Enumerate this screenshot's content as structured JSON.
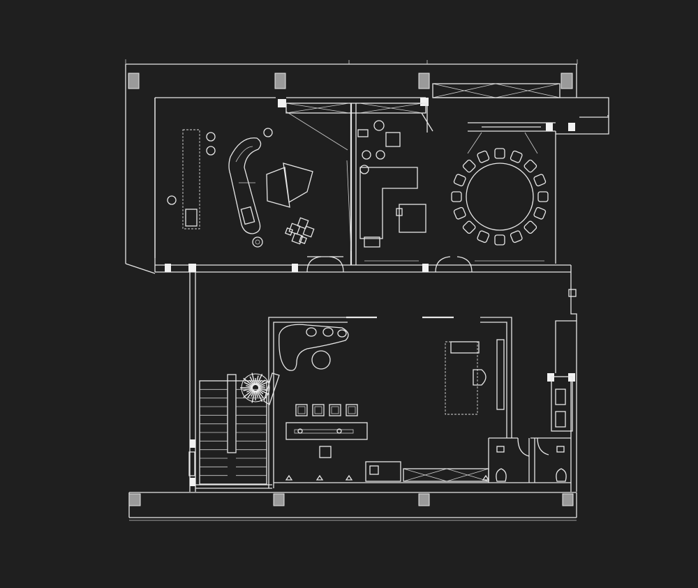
{
  "plan": {
    "background": "#1f1f1f",
    "line_color": "#e8e8e8",
    "column_fill": "#9a9a9a",
    "round_table_chairs": 16,
    "stair_treads": 11,
    "bar_stools": 4
  }
}
